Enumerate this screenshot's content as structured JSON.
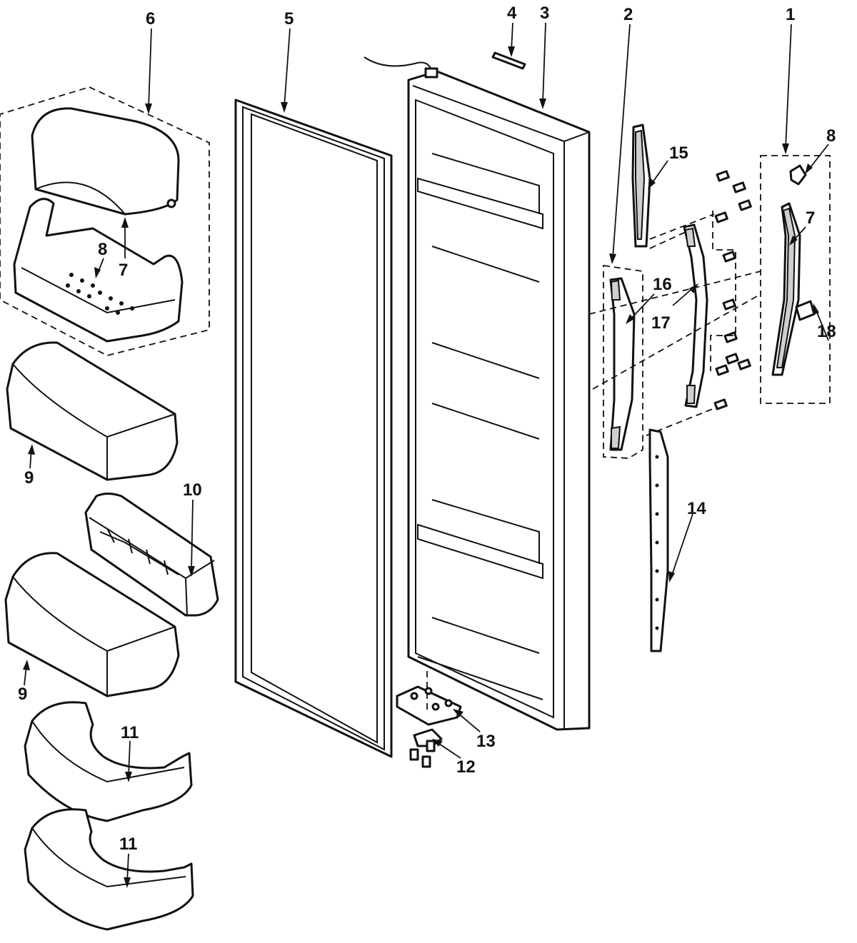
{
  "callouts": {
    "c1": "1",
    "c2": "2",
    "c3": "3",
    "c4": "4",
    "c5": "5",
    "c6": "6",
    "c7a": "7",
    "c7b": "7",
    "c8a": "8",
    "c8b": "8",
    "c9a": "9",
    "c9b": "9",
    "c10": "10",
    "c11a": "11",
    "c11b": "11",
    "c12": "12",
    "c13": "13",
    "c14": "14",
    "c15": "15",
    "c16": "16",
    "c17": "17",
    "c18": "18"
  }
}
